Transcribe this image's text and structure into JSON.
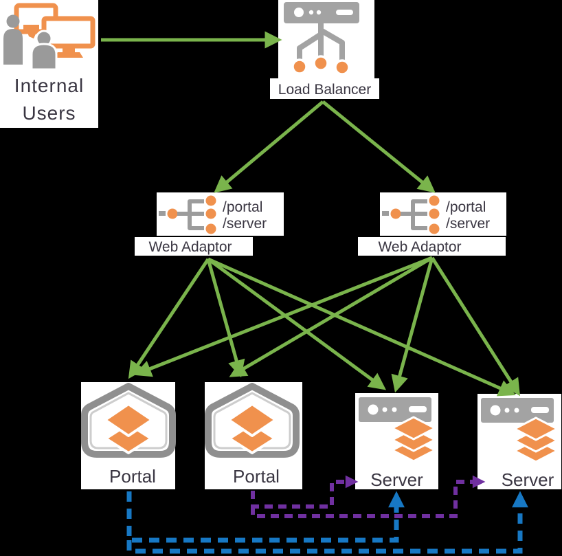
{
  "colors": {
    "background": "#000000",
    "node_background": "#ffffff",
    "arrow_green": "#7ab44c",
    "dashed_blue": "#1778c4",
    "dashed_purple": "#7030a0",
    "icon_orange": "#f0914d",
    "icon_gray": "#a3a3a3",
    "label_text": "#3a3642"
  },
  "nodes": {
    "internal_users": {
      "label_line1": "Internal",
      "label_line2": "Users"
    },
    "load_balancer": {
      "label": "Load Balancer"
    },
    "web_adaptor_1": {
      "label": "Web Adaptor",
      "route_portal": "/portal",
      "route_server": "/server"
    },
    "web_adaptor_2": {
      "label": "Web Adaptor",
      "route_portal": "/portal",
      "route_server": "/server"
    },
    "portal_1": {
      "label": "Portal"
    },
    "portal_2": {
      "label": "Portal"
    },
    "server_1": {
      "label": "Server"
    },
    "server_2": {
      "label": "Server"
    }
  },
  "edges": [
    {
      "from": "internal_users",
      "to": "load_balancer",
      "style": "solid-green-arrow"
    },
    {
      "from": "load_balancer",
      "to": "web_adaptor_1",
      "style": "solid-green-arrow"
    },
    {
      "from": "load_balancer",
      "to": "web_adaptor_2",
      "style": "solid-green-arrow"
    },
    {
      "from": "web_adaptor_1",
      "to": "portal_1",
      "style": "solid-green-arrow"
    },
    {
      "from": "web_adaptor_1",
      "to": "portal_2",
      "style": "solid-green-arrow"
    },
    {
      "from": "web_adaptor_1",
      "to": "server_1",
      "style": "solid-green-arrow"
    },
    {
      "from": "web_adaptor_1",
      "to": "server_2",
      "style": "solid-green-arrow"
    },
    {
      "from": "web_adaptor_2",
      "to": "portal_1",
      "style": "solid-green-arrow"
    },
    {
      "from": "web_adaptor_2",
      "to": "portal_2",
      "style": "solid-green-arrow"
    },
    {
      "from": "web_adaptor_2",
      "to": "server_1",
      "style": "solid-green-arrow"
    },
    {
      "from": "web_adaptor_2",
      "to": "server_2",
      "style": "solid-green-arrow"
    },
    {
      "from": "portal_1",
      "to": "server_1",
      "style": "dashed-blue-arrow"
    },
    {
      "from": "portal_1",
      "to": "server_2",
      "style": "dashed-blue-arrow"
    },
    {
      "from": "portal_2",
      "to": "server_1",
      "style": "dashed-purple-arrow"
    },
    {
      "from": "portal_2",
      "to": "server_2",
      "style": "dashed-purple-arrow"
    }
  ]
}
